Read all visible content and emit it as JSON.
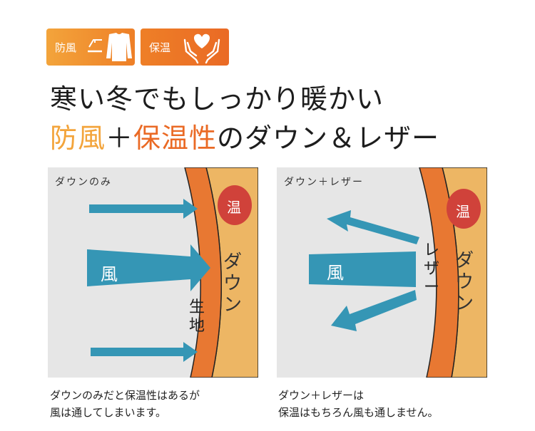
{
  "badges": {
    "windproof": {
      "label": "防風",
      "icon": "shirt-icon"
    },
    "warmth": {
      "label": "保温",
      "icon": "heart-hands-icon"
    }
  },
  "headline": {
    "line1": "寒い冬でもしっかり暖かい",
    "line2_part1": "防風",
    "line2_plus": "＋",
    "line2_part2": "保温性",
    "line2_rest": "のダウン＆レザー"
  },
  "panels": {
    "left": {
      "title": "ダウンのみ",
      "warm_label": "温",
      "wind_label": "風",
      "down_label": "ダウン",
      "fabric_label": "生地"
    },
    "right": {
      "title": "ダウン＋レザー",
      "warm_label": "温",
      "wind_label": "風",
      "down_label": "ダウン",
      "leather_label": "レザー"
    }
  },
  "captions": {
    "left": [
      "ダウンのみだと保温性はあるが",
      "風は通してしまいます。"
    ],
    "right": [
      "ダウン＋レザーは",
      "保温はもちろん風も通しません。"
    ]
  },
  "colors": {
    "orange_light": "#f3a43b",
    "orange": "#ea6a25",
    "down": "#edb664",
    "arrow": "#3596b5",
    "warm": "#d0423a",
    "panel_bg": "#e6e6e6"
  }
}
